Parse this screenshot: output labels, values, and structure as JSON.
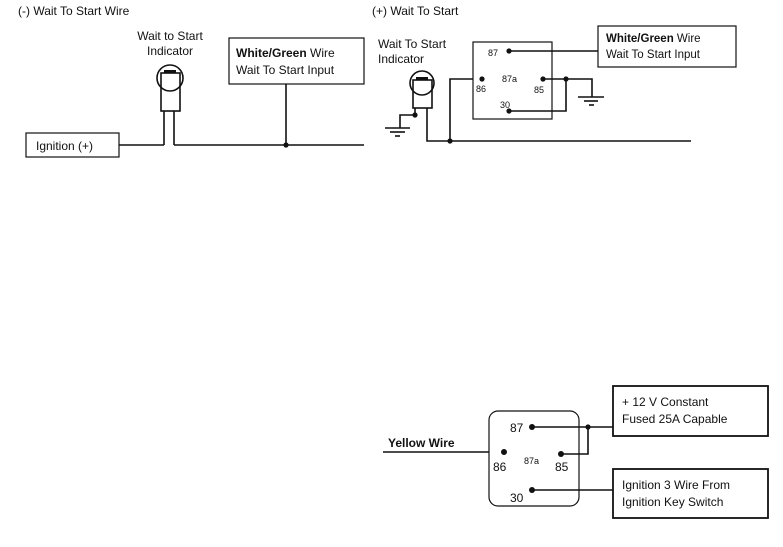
{
  "diagrams": {
    "negative": {
      "title": "(-) Wait To Start Wire",
      "indicator_label_line1": "Wait to Start",
      "indicator_label_line2": "Indicator",
      "ignition_box": "Ignition (+)",
      "input_box_bold": "White/Green",
      "input_box_line1_rest": " Wire",
      "input_box_line2": "Wait To Start Input"
    },
    "positive": {
      "title": "(+) Wait To Start",
      "indicator_label_line1": "Wait To Start",
      "indicator_label_line2": "Indicator",
      "relay_pins": {
        "p87": "87",
        "p87a": "87a",
        "p86": "86",
        "p85": "85",
        "p30": "30"
      },
      "input_box_bold": "White/Green",
      "input_box_line1_rest": " Wire",
      "input_box_line2": "Wait To Start Input"
    },
    "relay": {
      "wire_label": "Yellow Wire",
      "relay_pins": {
        "p87": "87",
        "p87a": "87a",
        "p86": "86",
        "p85": "85",
        "p30": "30"
      },
      "power_box_line1": "+ 12 V Constant",
      "power_box_line2": "Fused 25A Capable",
      "ignition_box_line1": "Ignition 3 Wire From",
      "ignition_box_line2": "Ignition Key Switch"
    }
  }
}
